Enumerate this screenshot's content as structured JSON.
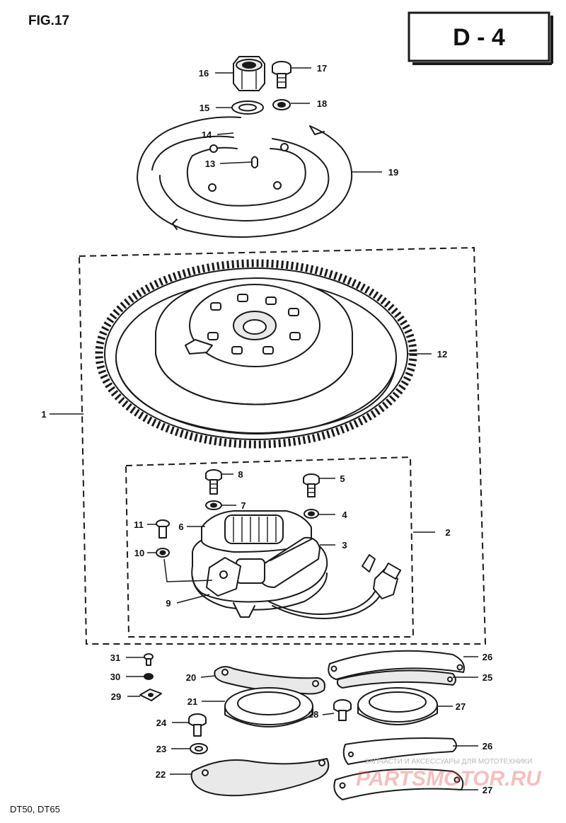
{
  "figure": {
    "label": "FIG.17",
    "section_code": "D - 4",
    "models": "DT50, DT65"
  },
  "callouts": [
    {
      "id": "c1",
      "number": "1"
    },
    {
      "id": "c2",
      "number": "2"
    },
    {
      "id": "c3",
      "number": "3"
    },
    {
      "id": "c4",
      "number": "4"
    },
    {
      "id": "c5",
      "number": "5"
    },
    {
      "id": "c6",
      "number": "6"
    },
    {
      "id": "c7",
      "number": "7"
    },
    {
      "id": "c8",
      "number": "8"
    },
    {
      "id": "c9",
      "number": "9"
    },
    {
      "id": "c10",
      "number": "10"
    },
    {
      "id": "c11",
      "number": "11"
    },
    {
      "id": "c12",
      "number": "12"
    },
    {
      "id": "c13",
      "number": "13"
    },
    {
      "id": "c14",
      "number": "14"
    },
    {
      "id": "c15",
      "number": "15"
    },
    {
      "id": "c16",
      "number": "16"
    },
    {
      "id": "c17",
      "number": "17"
    },
    {
      "id": "c18",
      "number": "18"
    },
    {
      "id": "c19",
      "number": "19"
    },
    {
      "id": "c20",
      "number": "20"
    },
    {
      "id": "c21",
      "number": "21"
    },
    {
      "id": "c22",
      "number": "22"
    },
    {
      "id": "c23",
      "number": "23"
    },
    {
      "id": "c24",
      "number": "24"
    },
    {
      "id": "c25",
      "number": "25"
    },
    {
      "id": "c26a",
      "number": "26"
    },
    {
      "id": "c26b",
      "number": "26"
    },
    {
      "id": "c27a",
      "number": "27"
    },
    {
      "id": "c27b",
      "number": "27"
    },
    {
      "id": "c28",
      "number": "28"
    },
    {
      "id": "c29",
      "number": "29"
    },
    {
      "id": "c30",
      "number": "30"
    },
    {
      "id": "c31",
      "number": "31"
    }
  ],
  "watermark": {
    "caption": "ЗАПЧАСТИ И АКСЕССУАРЫ ДЛЯ МОТОТЕХНИКИ",
    "brand": "PARTSMOTOR.RU"
  }
}
